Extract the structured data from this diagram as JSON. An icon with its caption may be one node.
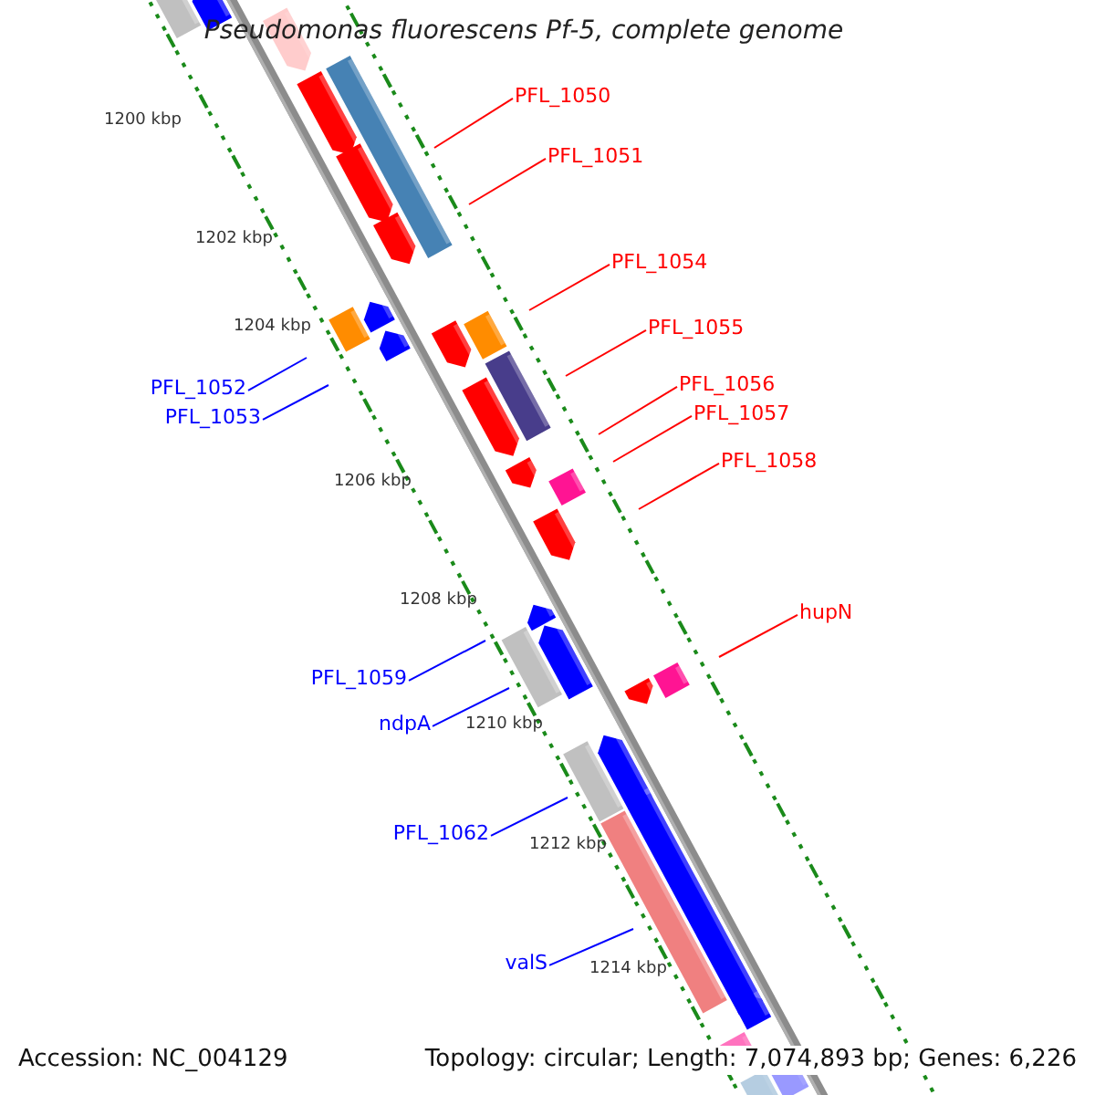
{
  "diagram": {
    "title": "Pseudomonas fluorescens Pf-5, complete genome",
    "nodes": [
      {
        "text": [
          "PFL_1050"
        ]
      },
      {
        "text": [
          "PFL_1051"
        ]
      },
      {
        "text": [
          "PFL_1054"
        ]
      },
      {
        "text": [
          "PFL_1055"
        ]
      },
      {
        "text": [
          "PFL_1056"
        ]
      },
      {
        "text": [
          "PFL_1052"
        ]
      },
      {
        "text": [
          "PFL_1057"
        ]
      },
      {
        "text": [
          "PFL_1053"
        ]
      },
      {
        "text": [
          "PFL_1058"
        ]
      },
      {
        "text": [
          "hupN"
        ]
      },
      {
        "text": [
          "PFL_1059"
        ]
      },
      {
        "text": [
          "ndpA"
        ]
      },
      {
        "text": [
          "PFL_1062"
        ]
      },
      {
        "text": [
          "valS"
        ]
      }
    ],
    "edges": [
      {
        "from": 0,
        "to": null,
        "arrow": "none"
      },
      {
        "from": 1,
        "to": null,
        "arrow": "none"
      },
      {
        "from": 2,
        "to": null,
        "arrow": "none"
      },
      {
        "from": 3,
        "to": null,
        "arrow": "none"
      },
      {
        "from": 4,
        "to": null,
        "arrow": "none"
      },
      {
        "from": 5,
        "to": null,
        "arrow": "none",
        "color": "#0000ff"
      },
      {
        "from": 6,
        "to": null,
        "arrow": "none"
      },
      {
        "from": 7,
        "to": null,
        "arrow": "none",
        "color": "#0000ff"
      },
      {
        "from": 8,
        "to": null,
        "arrow": "none"
      },
      {
        "from": 9,
        "to": null,
        "arrow": "none"
      },
      {
        "from": 10,
        "to": null,
        "arrow": "none",
        "color": "#0000ff"
      },
      {
        "from": 11,
        "to": null,
        "arrow": "none",
        "color": "#0000ff"
      },
      {
        "from": 12,
        "to": null,
        "arrow": "none",
        "color": "#0000ff"
      },
      {
        "from": 13,
        "to": null,
        "arrow": "none",
        "color": "#0000ff"
      }
    ],
    "labels": [
      "1200 kbp",
      "1202 kbp",
      "1204 kbp",
      "1206 kbp",
      "1208 kbp",
      "1210 kbp",
      "1212 kbp",
      "1214 kbp",
      "Accession: NC_004129",
      "Topology: circular; Length: 7,074,893 bp; Genes: 6,226"
    ]
  }
}
